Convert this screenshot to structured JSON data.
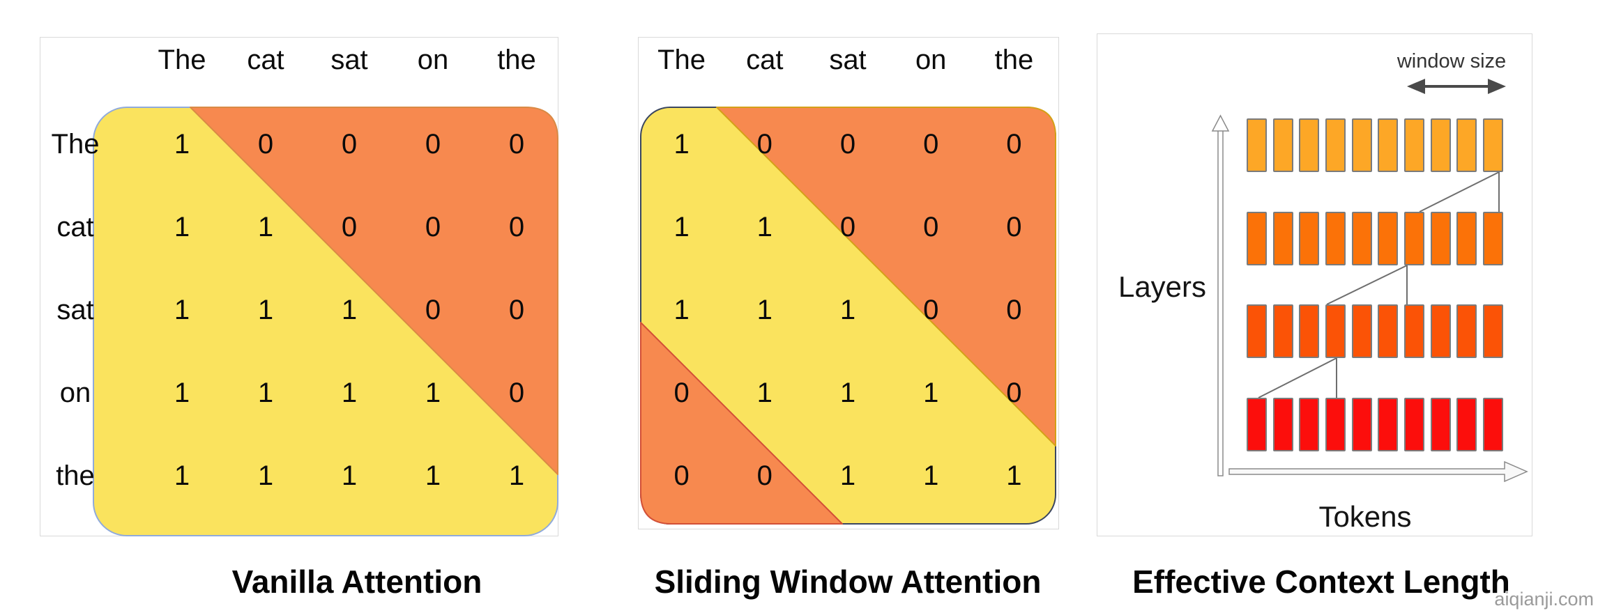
{
  "watermark": "aiqianji.com",
  "colors": {
    "matrix_yellow": "#FAE35E",
    "matrix_orange": "#F7894F",
    "vanilla_yellow_stroke": "#8FAADC",
    "vanilla_orange_stroke": "#D98A45",
    "sliding_base_stroke": "#3A4660",
    "sliding_topright_stroke": "#D4A017",
    "sliding_bottomleft_stroke": "#D25037"
  },
  "panels": {
    "vanilla": {
      "caption": "Vanilla Attention",
      "col_tokens": [
        "The",
        "cat",
        "sat",
        "on",
        "the"
      ],
      "row_tokens": [
        "The",
        "cat",
        "sat",
        "on",
        "the"
      ],
      "matrix": [
        [
          "1",
          "0",
          "0",
          "0",
          "0"
        ],
        [
          "1",
          "1",
          "0",
          "0",
          "0"
        ],
        [
          "1",
          "1",
          "1",
          "0",
          "0"
        ],
        [
          "1",
          "1",
          "1",
          "1",
          "0"
        ],
        [
          "1",
          "1",
          "1",
          "1",
          "1"
        ]
      ]
    },
    "sliding": {
      "caption": "Sliding Window Attention",
      "col_tokens": [
        "The",
        "cat",
        "sat",
        "on",
        "the"
      ],
      "matrix": [
        [
          "1",
          "0",
          "0",
          "0",
          "0"
        ],
        [
          "1",
          "1",
          "0",
          "0",
          "0"
        ],
        [
          "1",
          "1",
          "1",
          "0",
          "0"
        ],
        [
          "0",
          "1",
          "1",
          "1",
          "0"
        ],
        [
          "0",
          "0",
          "1",
          "1",
          "1"
        ]
      ]
    },
    "context": {
      "caption": "Effective Context Length",
      "window_size_label": "window size",
      "layers_label": "Layers",
      "tokens_label": "Tokens",
      "layers_count": 4,
      "tokens_per_layer": 10,
      "layer_colors_top_to_bottom": [
        "#FDA726",
        "#FB7208",
        "#FB5306",
        "#FC0E0C"
      ]
    }
  }
}
